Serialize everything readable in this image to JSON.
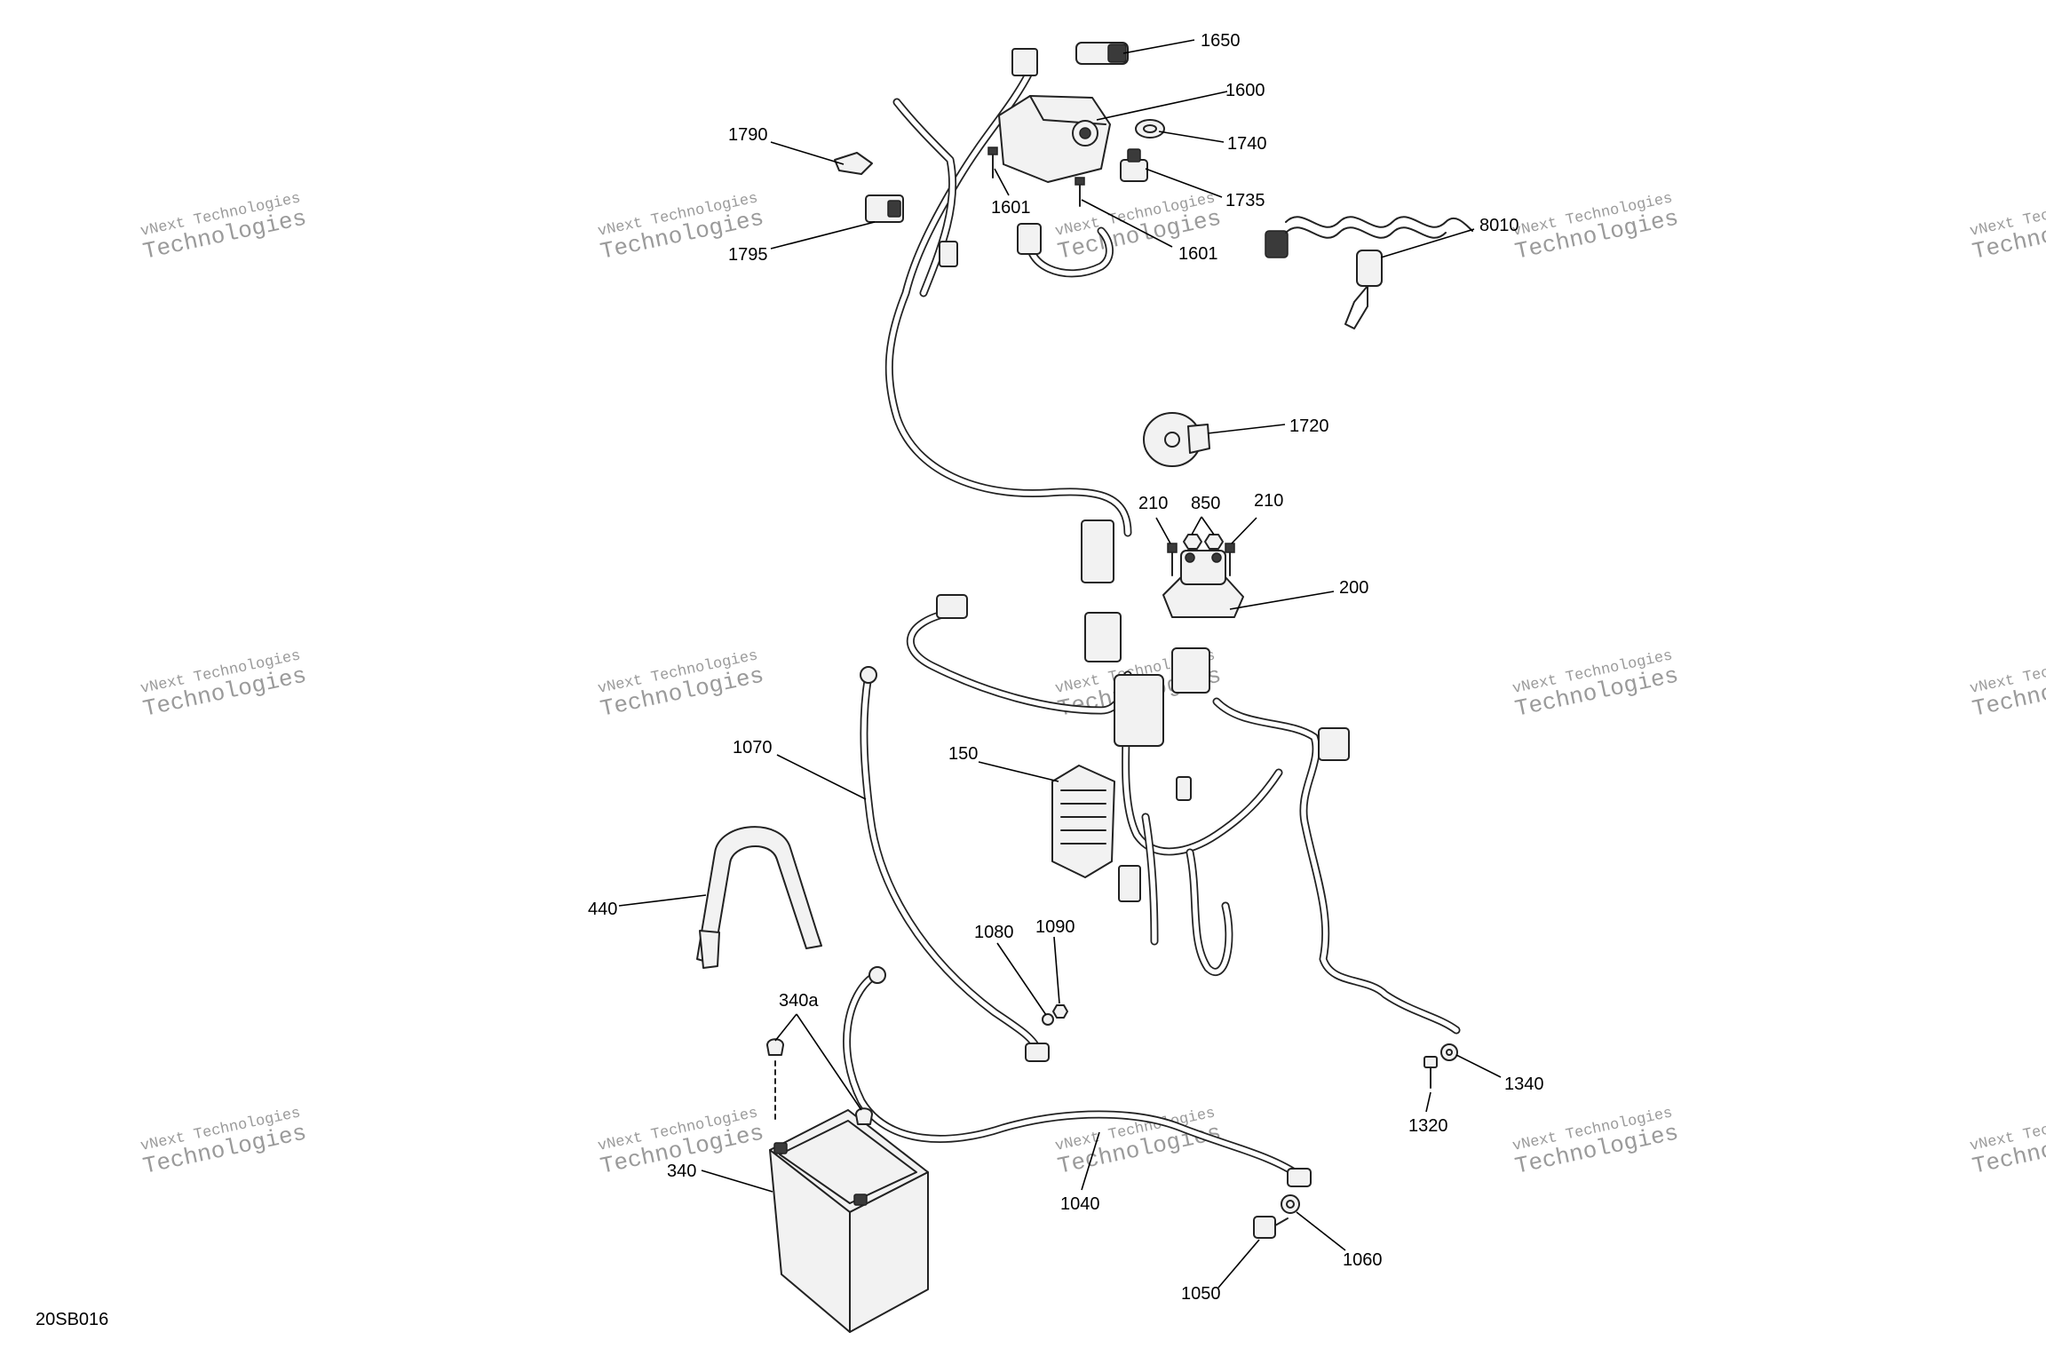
{
  "diagram": {
    "code": "20SB016",
    "watermark": {
      "line1": "vNext Technologies",
      "line2": "Technologies"
    },
    "callouts": [
      {
        "id": "1650",
        "label": "1650"
      },
      {
        "id": "1600",
        "label": "1600"
      },
      {
        "id": "1740",
        "label": "1740"
      },
      {
        "id": "1790",
        "label": "1790"
      },
      {
        "id": "1601a",
        "label": "1601"
      },
      {
        "id": "1735",
        "label": "1735"
      },
      {
        "id": "1601b",
        "label": "1601"
      },
      {
        "id": "1795",
        "label": "1795"
      },
      {
        "id": "8010",
        "label": "8010"
      },
      {
        "id": "1720",
        "label": "1720"
      },
      {
        "id": "210a",
        "label": "210"
      },
      {
        "id": "850",
        "label": "850"
      },
      {
        "id": "210b",
        "label": "210"
      },
      {
        "id": "200",
        "label": "200"
      },
      {
        "id": "1070",
        "label": "1070"
      },
      {
        "id": "150",
        "label": "150"
      },
      {
        "id": "440",
        "label": "440"
      },
      {
        "id": "1080",
        "label": "1080"
      },
      {
        "id": "1090",
        "label": "1090"
      },
      {
        "id": "340a",
        "label": "340a"
      },
      {
        "id": "1340",
        "label": "1340"
      },
      {
        "id": "1320",
        "label": "1320"
      },
      {
        "id": "340",
        "label": "340"
      },
      {
        "id": "1040",
        "label": "1040"
      },
      {
        "id": "1060",
        "label": "1060"
      },
      {
        "id": "1050",
        "label": "1050"
      }
    ]
  }
}
